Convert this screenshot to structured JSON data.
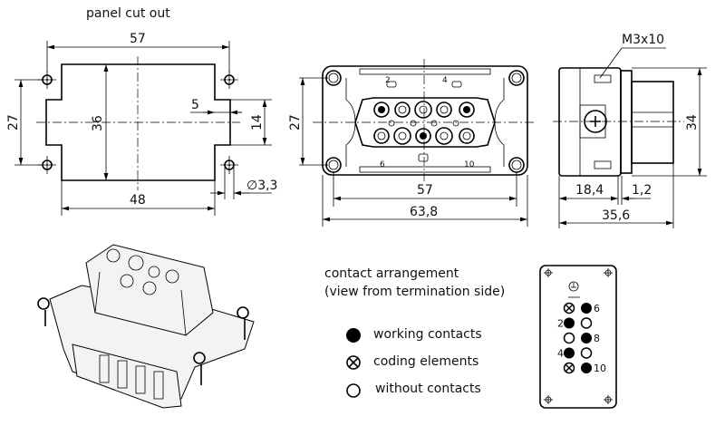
{
  "panel_cutout": {
    "title": "panel cut out",
    "dims": {
      "width_top": "57",
      "height_left": "27",
      "height_inner": "36",
      "notch_depth": "5",
      "notch_height": "14",
      "hole_dia": "∅3,3",
      "width_bottom": "48"
    }
  },
  "front_view": {
    "dims": {
      "height": "27",
      "inner_width": "57",
      "outer_width": "63,8"
    },
    "contact_numbers": [
      "2",
      "4",
      "6",
      "10"
    ]
  },
  "side_view": {
    "screw_label": "M3x10",
    "dims": {
      "height": "34",
      "depth1": "18,4",
      "depth2": "1,2",
      "total": "35,6"
    }
  },
  "legend": {
    "title_line1": "contact arrangement",
    "title_line2": "(view from termination side)",
    "items": [
      {
        "symbol": "filled-circle",
        "label": "working contacts"
      },
      {
        "symbol": "crossed-circle",
        "label": "coding elements"
      },
      {
        "symbol": "open-circle",
        "label": "without contacts"
      }
    ]
  },
  "arrangement": {
    "ground_symbol": "earth-ground",
    "rows": [
      {
        "left": "crossed",
        "right": "filled",
        "left_label": "",
        "right_label": "6"
      },
      {
        "left": "filled",
        "right": "open",
        "left_label": "2",
        "right_label": ""
      },
      {
        "left": "open",
        "right": "filled",
        "left_label": "",
        "right_label": "8"
      },
      {
        "left": "filled",
        "right": "open",
        "left_label": "4",
        "right_label": ""
      },
      {
        "left": "crossed",
        "right": "filled",
        "left_label": "",
        "right_label": "10"
      }
    ]
  }
}
